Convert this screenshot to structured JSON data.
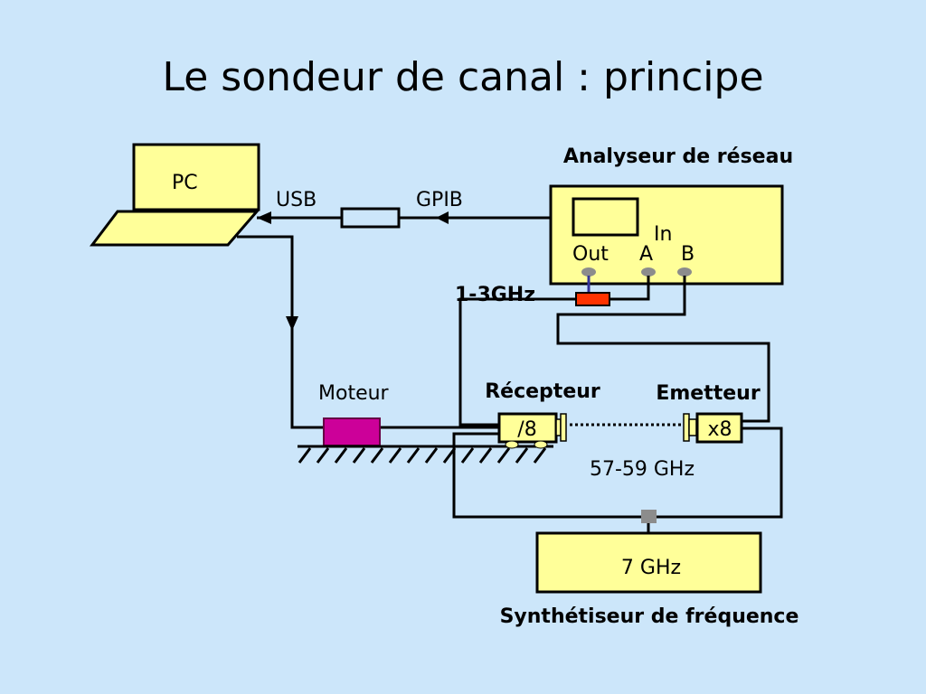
{
  "slide": {
    "title": "Le sondeur de canal : principe"
  },
  "pc": {
    "label": "PC"
  },
  "bus": {
    "usb_label": "USB",
    "gpib_label": "GPIB"
  },
  "network_analyzer": {
    "title": "Analyseur de réseau",
    "in_label": "In",
    "out_label": "Out",
    "port_a_label": "A",
    "port_b_label": "B"
  },
  "filter": {
    "label": "1-3GHz"
  },
  "motor": {
    "label": "Moteur"
  },
  "receiver": {
    "title": "Récepteur",
    "divider_label": "/8"
  },
  "transmitter": {
    "title": "Emetteur",
    "multiplier_label": "x8"
  },
  "link": {
    "frequency_label": "57-59 GHz"
  },
  "synthesizer": {
    "value_label": "7 GHz",
    "title": "Synthétiseur de fréquence"
  },
  "colors": {
    "background": "#cce6fa",
    "box_fill": "#ffff99",
    "motor_fill": "#cc0099",
    "filter_fill": "#ff3300",
    "connector": "#8c8c8c",
    "wire": "#000000"
  }
}
